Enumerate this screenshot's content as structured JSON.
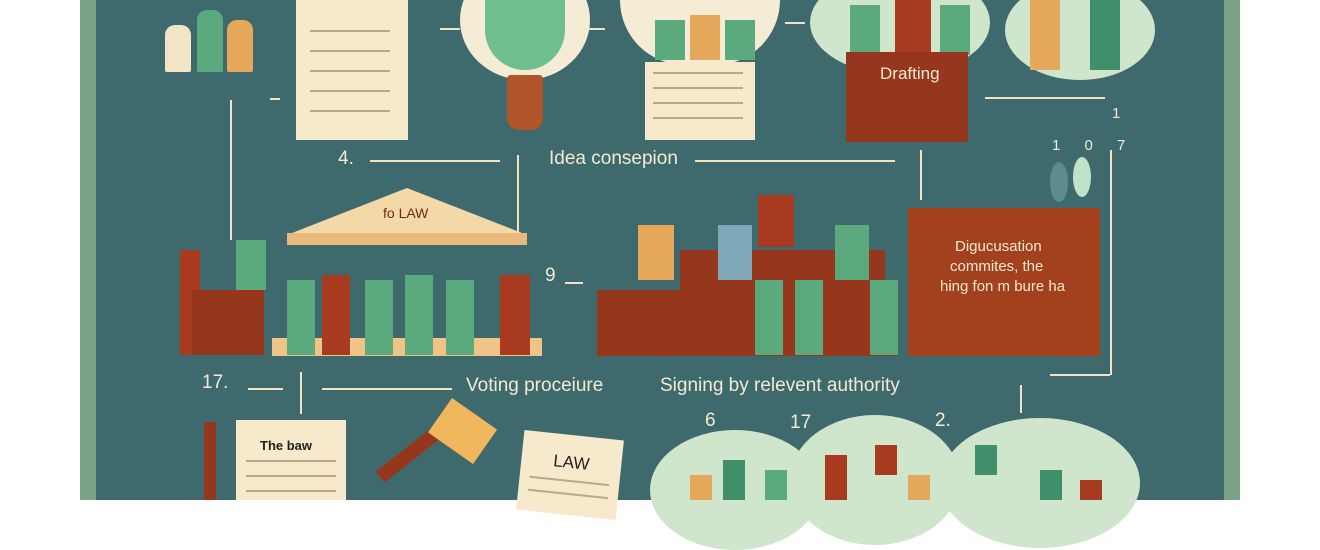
{
  "labels": {
    "drafting": "Drafting",
    "idea": "Idea consepion",
    "step4": "4.",
    "temple": "fo LAW",
    "step9": "9",
    "voting": "Voting proceiure",
    "signing": "Signing by relevent authority",
    "step17a": "17.",
    "step6": "6",
    "step17b": "17",
    "step2": "2.",
    "num1": "1",
    "num107": "1 0 7",
    "discussion": [
      "Digucusation",
      "commites, the",
      "hing fon m bure ha"
    ],
    "doc_the_law": "The baw",
    "doc_law": "LAW"
  },
  "colors": {
    "board": "#3e6a6d",
    "frame": "#7ba487",
    "wood": "#96361c",
    "paper": "#f6e9cc",
    "green": "#5aaa7e",
    "cloud": "#cfe6cd"
  }
}
